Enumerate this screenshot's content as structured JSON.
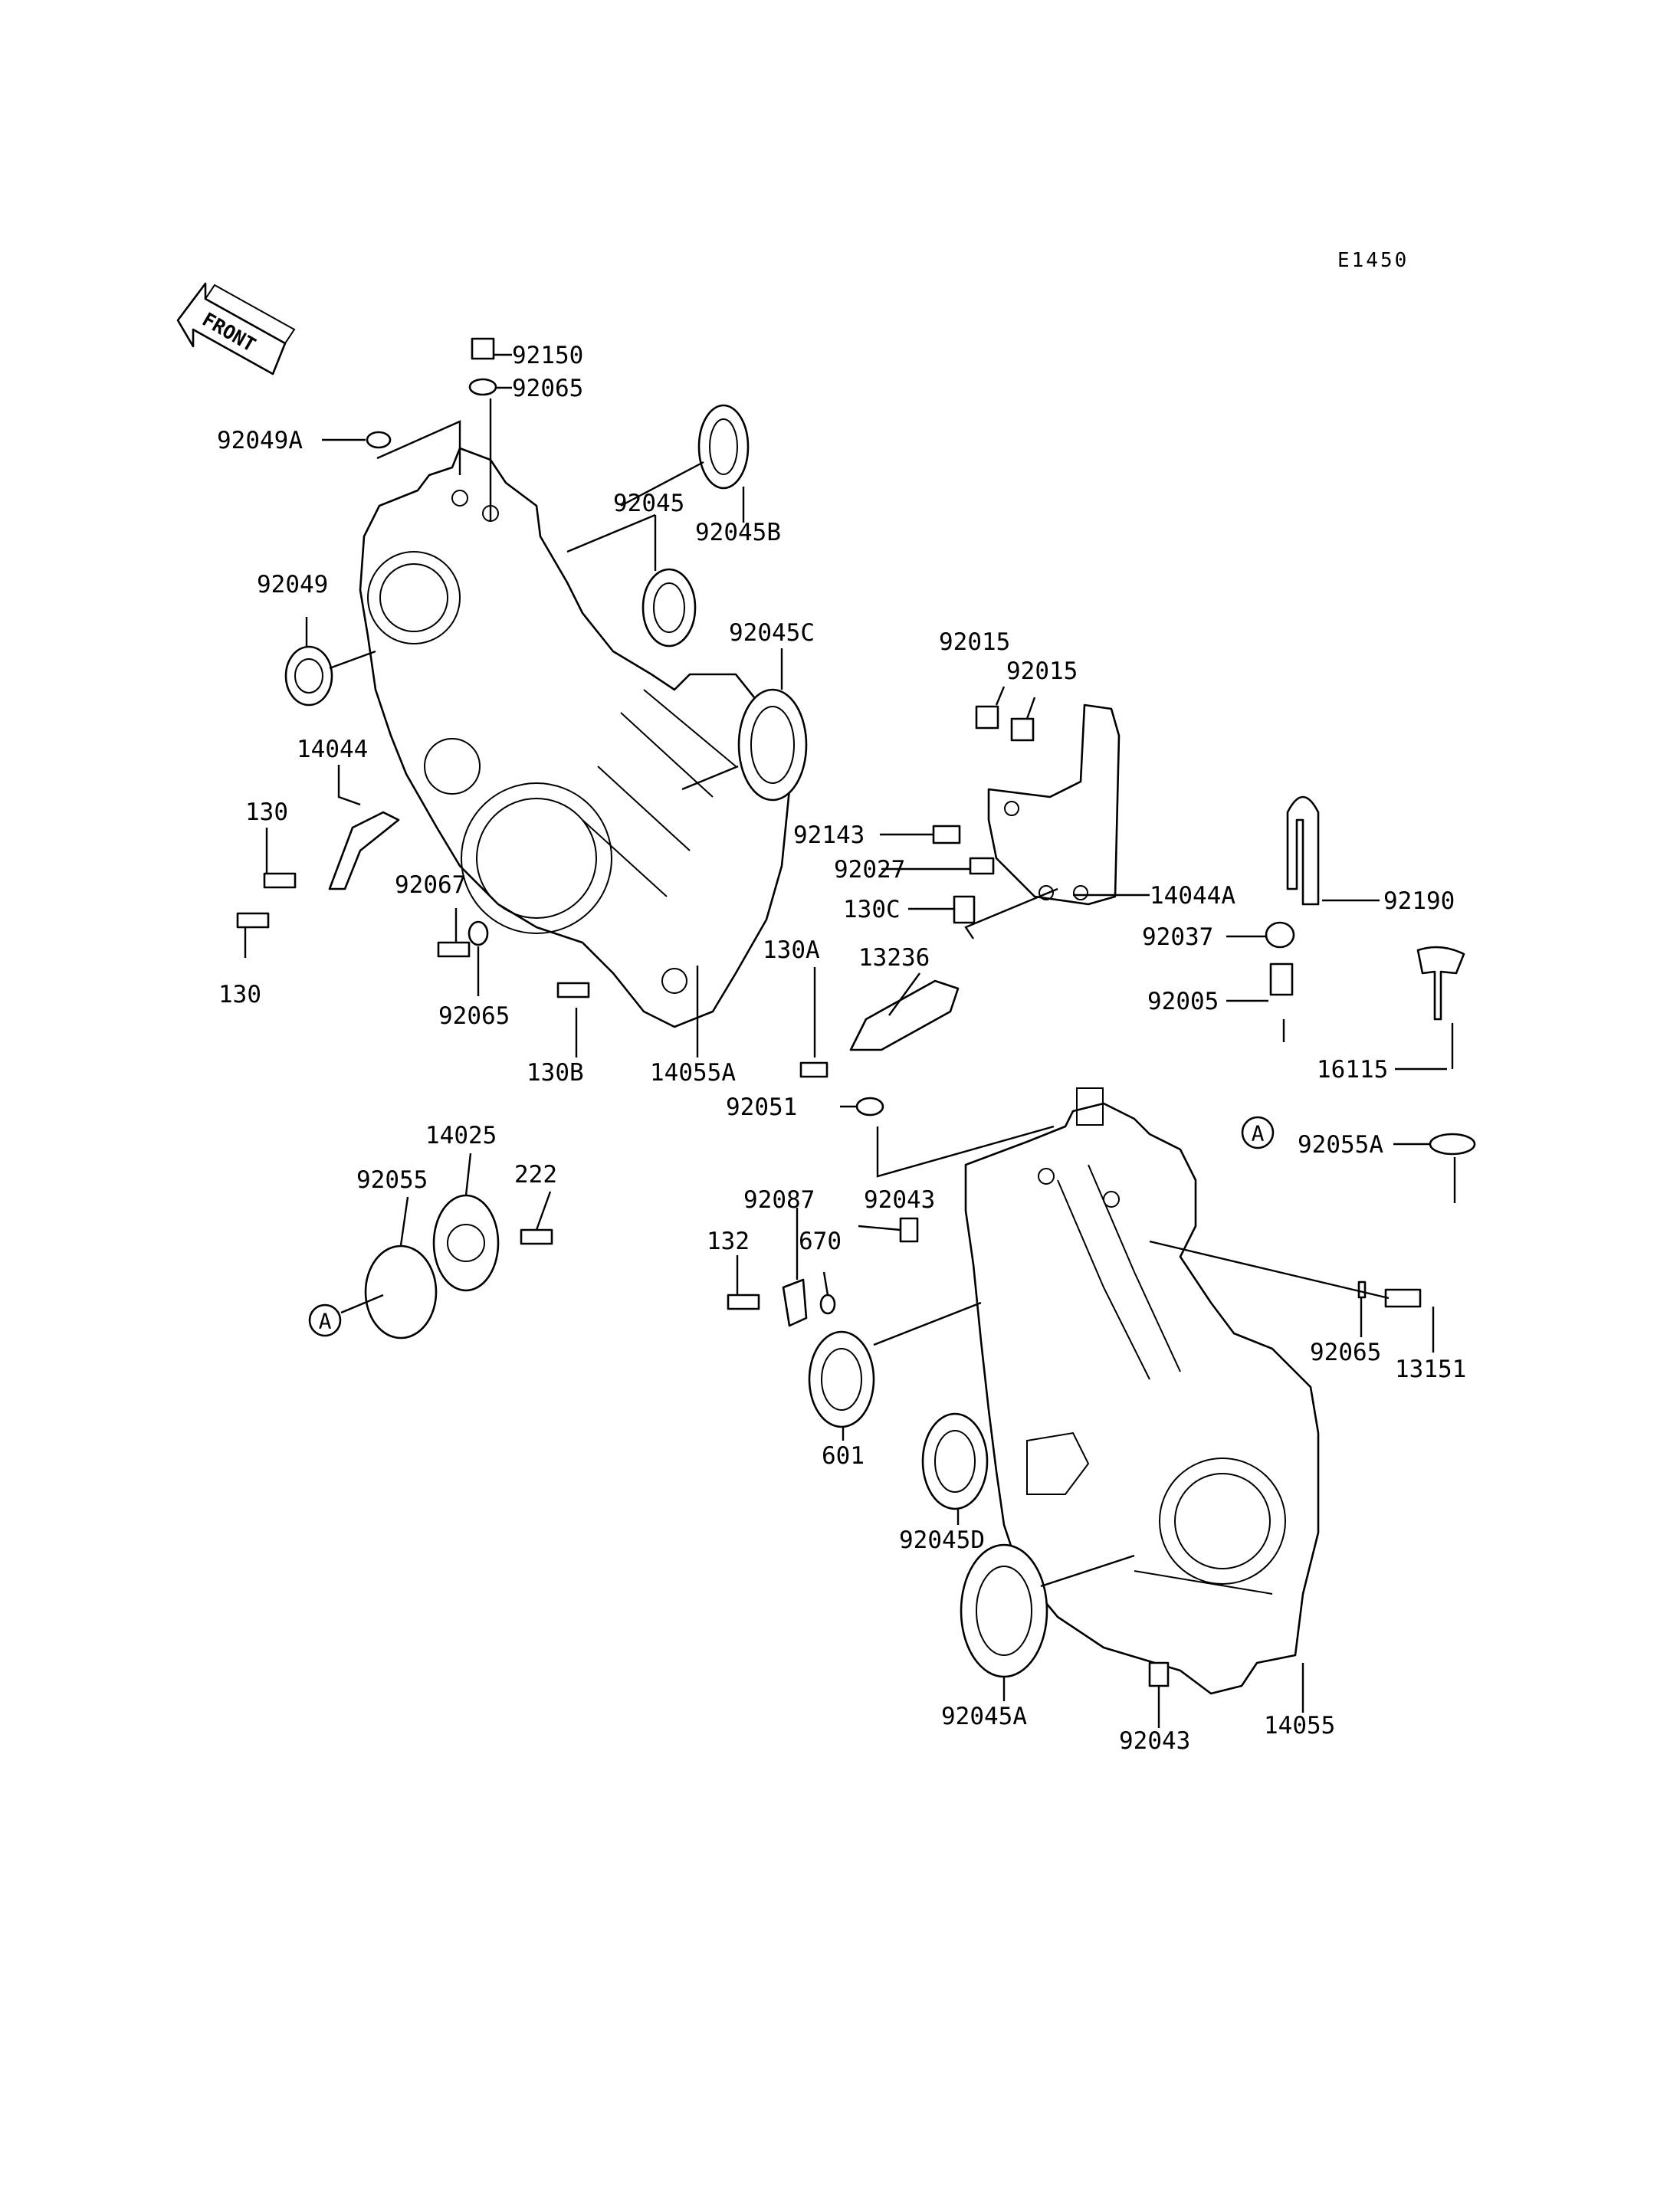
{
  "diagram_code": "E1450",
  "front_label": "FRONT",
  "reference_mark": "A",
  "part_numbers": [
    "92150",
    "92065",
    "92049A",
    "92045",
    "92045B",
    "92049",
    "92045C",
    "14044",
    "130",
    "130",
    "92067",
    "92065",
    "130B",
    "14055A",
    "92015",
    "92015",
    "92143",
    "92027",
    "130C",
    "14044A",
    "92190",
    "92037",
    "130A",
    "13236",
    "92005",
    "16115",
    "92051",
    "92055A",
    "14025",
    "92055",
    "222",
    "92087",
    "92043",
    "132",
    "670",
    "92065",
    "13151",
    "601",
    "92045D",
    "92045A",
    "92043",
    "14055"
  ]
}
